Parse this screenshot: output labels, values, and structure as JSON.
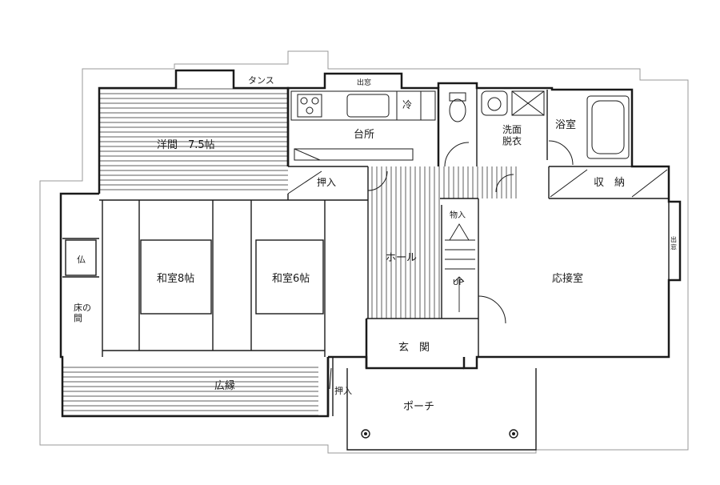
{
  "floor_plan": {
    "rooms": {
      "western_room": "洋間　7.5帖",
      "tansu": "タンス",
      "kitchen": "台所",
      "kitchen_window": "出窓",
      "fridge": "冷",
      "closet_upper": "押入",
      "washroom": "洗面\n脱衣",
      "bath": "浴室",
      "storage": "収　納",
      "hall": "ホール",
      "storage_stairs": "物入",
      "up_mark": "UP",
      "reception": "応接室",
      "side_window": "出\n窓",
      "butsudan": "仏",
      "tokonoma": "床の\n間",
      "japanese_8": "和室8帖",
      "japanese_6": "和室6帖",
      "entrance": "玄　関",
      "veranda": "広縁",
      "closet_lower": "押入",
      "porch": "ポーチ"
    },
    "colors": {
      "line": "#1a1a1a",
      "bg": "#ffffff",
      "hatch": "#333333"
    }
  }
}
